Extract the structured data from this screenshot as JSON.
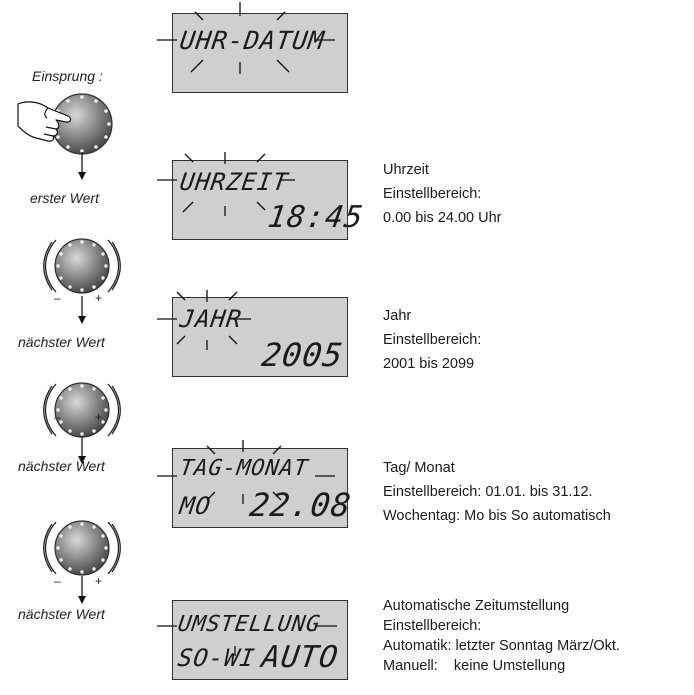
{
  "labels": {
    "entry": "Einsprung :",
    "first": "erster Wert",
    "next1": "nächster Wert",
    "next2": "nächster Wert",
    "next3": "nächster Wert"
  },
  "knob_signs": {
    "minus": "–",
    "plus": "+"
  },
  "displays": [
    {
      "top": "UHR-DATUM",
      "bottom_left": "",
      "bottom_right": ""
    },
    {
      "top": "UHRZEIT",
      "bottom_left": "",
      "bottom_right": "18:45"
    },
    {
      "top": "JAHR",
      "bottom_left": "",
      "bottom_right": "2005"
    },
    {
      "top": "TAG-MONAT",
      "bottom_left": "MO",
      "bottom_right": "22.08"
    },
    {
      "top": "UMSTELLUNG",
      "bottom_left": "SO-WI",
      "bottom_right": "AUTO"
    }
  ],
  "descriptions": [
    {
      "lines": [
        "Uhrzeit",
        "Einstellbereich:",
        "0.00 bis 24.00 Uhr"
      ]
    },
    {
      "lines": [
        "Jahr",
        "Einstellbereich:",
        "2001 bis 2099"
      ]
    },
    {
      "lines": [
        "Tag/ Monat",
        "Einstellbereich: 01.01. bis 31.12.",
        "Wochentag: Mo bis So automatisch"
      ]
    },
    {
      "lines": [
        "Automatische Zeitumstellung",
        "Einstellbereich:",
        "Automatik: letzter Sonntag März/Okt.",
        "Manuell:    keine Umstellung"
      ]
    }
  ]
}
